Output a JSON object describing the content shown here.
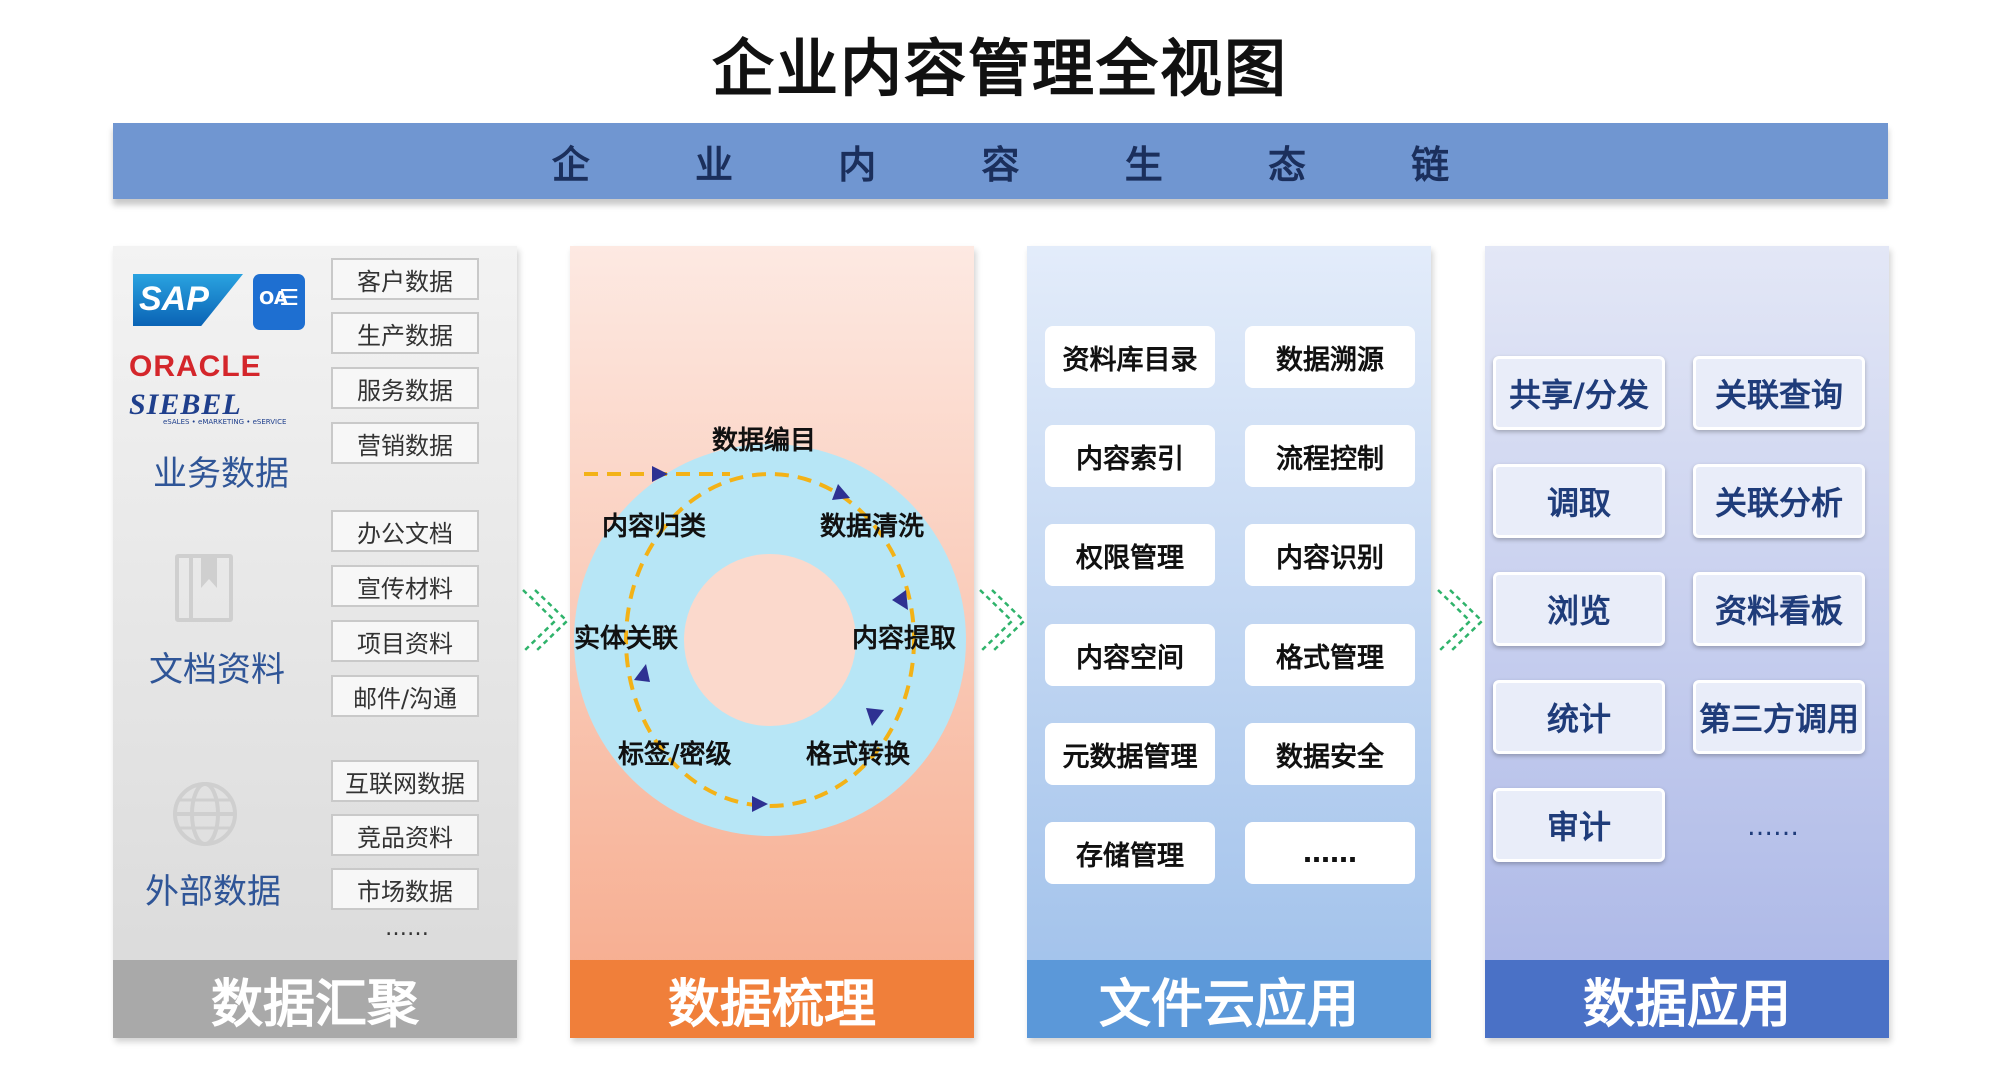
{
  "title": "企业内容管理全视图",
  "ecosystem_banner": "企 业 内 容 生 态 链",
  "aggregation": {
    "footer": "数据汇聚",
    "logos": {
      "sap": "SAP",
      "oracle": "ORACLE",
      "siebel": "SIEBEL",
      "siebel_sub": "eSALES • eMARKETING • eSERVICE",
      "office": "OA"
    },
    "groups": [
      {
        "label": "业务数据",
        "icon": "app-logos",
        "items": [
          "客户数据",
          "生产数据",
          "服务数据",
          "营销数据"
        ]
      },
      {
        "label": "文档资料",
        "icon": "book-icon",
        "items": [
          "办公文档",
          "宣传材料",
          "项目资料",
          "邮件/沟通"
        ]
      },
      {
        "label": "外部数据",
        "icon": "globe-icon",
        "items": [
          "互联网数据",
          "竞品资料",
          "市场数据"
        ]
      }
    ],
    "more": "……"
  },
  "processing": {
    "footer": "数据梳理",
    "cycle": [
      "数据编目",
      "数据清洗",
      "内容提取",
      "格式转换",
      "标签/密级",
      "实体关联",
      "内容归类"
    ]
  },
  "cloud_app": {
    "footer": "文件云应用",
    "cards": [
      "资料库目录",
      "数据溯源",
      "内容索引",
      "流程控制",
      "权限管理",
      "内容识别",
      "内容空间",
      "格式管理",
      "元数据管理",
      "数据安全",
      "存储管理",
      "……"
    ]
  },
  "data_app": {
    "footer": "数据应用",
    "cards": [
      "共享/分发",
      "关联查询",
      "调取",
      "关联分析",
      "浏览",
      "资料看板",
      "统计",
      "第三方调用",
      "审计"
    ],
    "more": "……"
  },
  "colors": {
    "banner": "#7096d1",
    "cycle_ring": "#b7e6f6",
    "cycle_arrow": "#f3b217",
    "arrowhead": "#2e3192",
    "connector": "#2fb36b"
  }
}
